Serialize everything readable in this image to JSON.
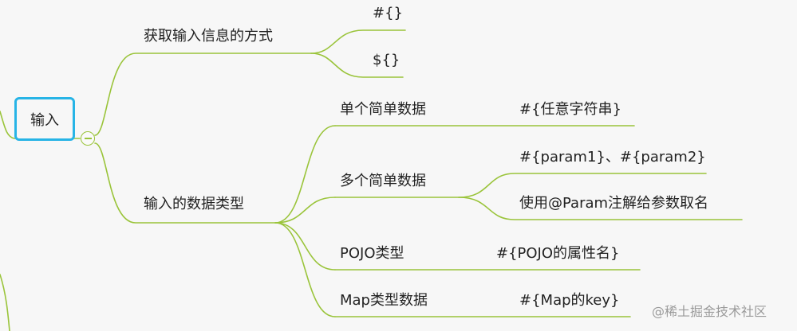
{
  "mindmap": {
    "root": {
      "label": "输入"
    },
    "branches": [
      {
        "label": "获取输入信息的方式",
        "children": [
          {
            "label": "#{}"
          },
          {
            "label": "${}"
          }
        ]
      },
      {
        "label": "输入的数据类型",
        "children": [
          {
            "label": "单个简单数据",
            "children": [
              {
                "label": "#{任意字符串}"
              }
            ]
          },
          {
            "label": "多个简单数据",
            "children": [
              {
                "label": "#{param1}、#{param2}"
              },
              {
                "label": "使用@Param注解给参数取名"
              }
            ]
          },
          {
            "label": "POJO类型",
            "children": [
              {
                "label": "#{POJO的属性名}"
              }
            ]
          },
          {
            "label": "Map类型数据",
            "children": [
              {
                "label": "#{Map的key}"
              }
            ]
          }
        ]
      }
    ]
  },
  "watermark": "@稀土掘金技术社区",
  "colors": {
    "connector": "#9ac43a",
    "root_border": "#27b4e6",
    "background": "#f7f7f7"
  }
}
